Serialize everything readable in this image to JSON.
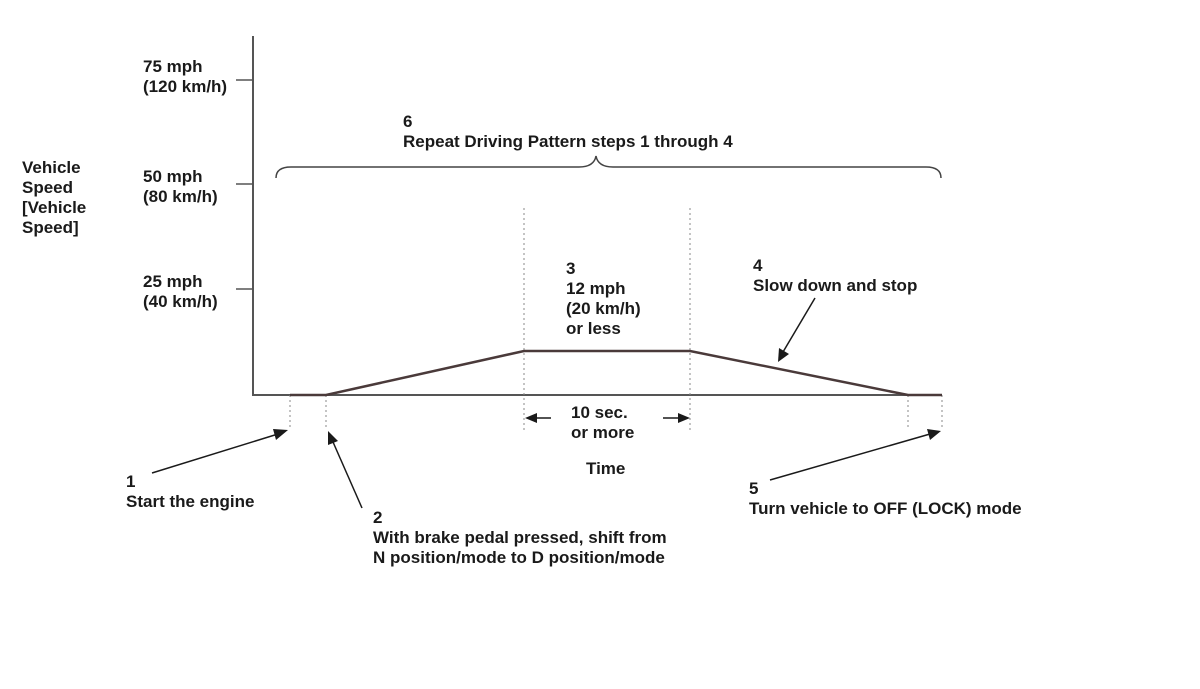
{
  "y_axis": {
    "label_lines": [
      "Vehicle",
      "Speed",
      "[Vehicle",
      "Speed]"
    ],
    "ticks": [
      {
        "line1": "75 mph",
        "line2": "(120 km/h)"
      },
      {
        "line1": "50 mph",
        "line2": "(80 km/h)"
      },
      {
        "line1": "25 mph",
        "line2": "(40 km/h)"
      }
    ]
  },
  "x_axis": {
    "label": "Time"
  },
  "duration": {
    "line1": "10 sec.",
    "line2": "or more"
  },
  "steps": {
    "step1": {
      "number": "1",
      "lines": [
        "Start the engine"
      ]
    },
    "step2": {
      "number": "2",
      "lines": [
        "With brake pedal pressed, shift from",
        "N position/mode to D position/mode"
      ]
    },
    "step3": {
      "number": "3",
      "lines": [
        "12 mph",
        "(20 km/h)",
        "or less"
      ]
    },
    "step4": {
      "number": "4",
      "lines": [
        "Slow down and stop"
      ]
    },
    "step5": {
      "number": "5",
      "lines": [
        "Turn vehicle to OFF (LOCK) mode"
      ]
    },
    "step6": {
      "number": "6",
      "lines": [
        "Repeat Driving Pattern steps 1 through 4"
      ]
    }
  }
}
